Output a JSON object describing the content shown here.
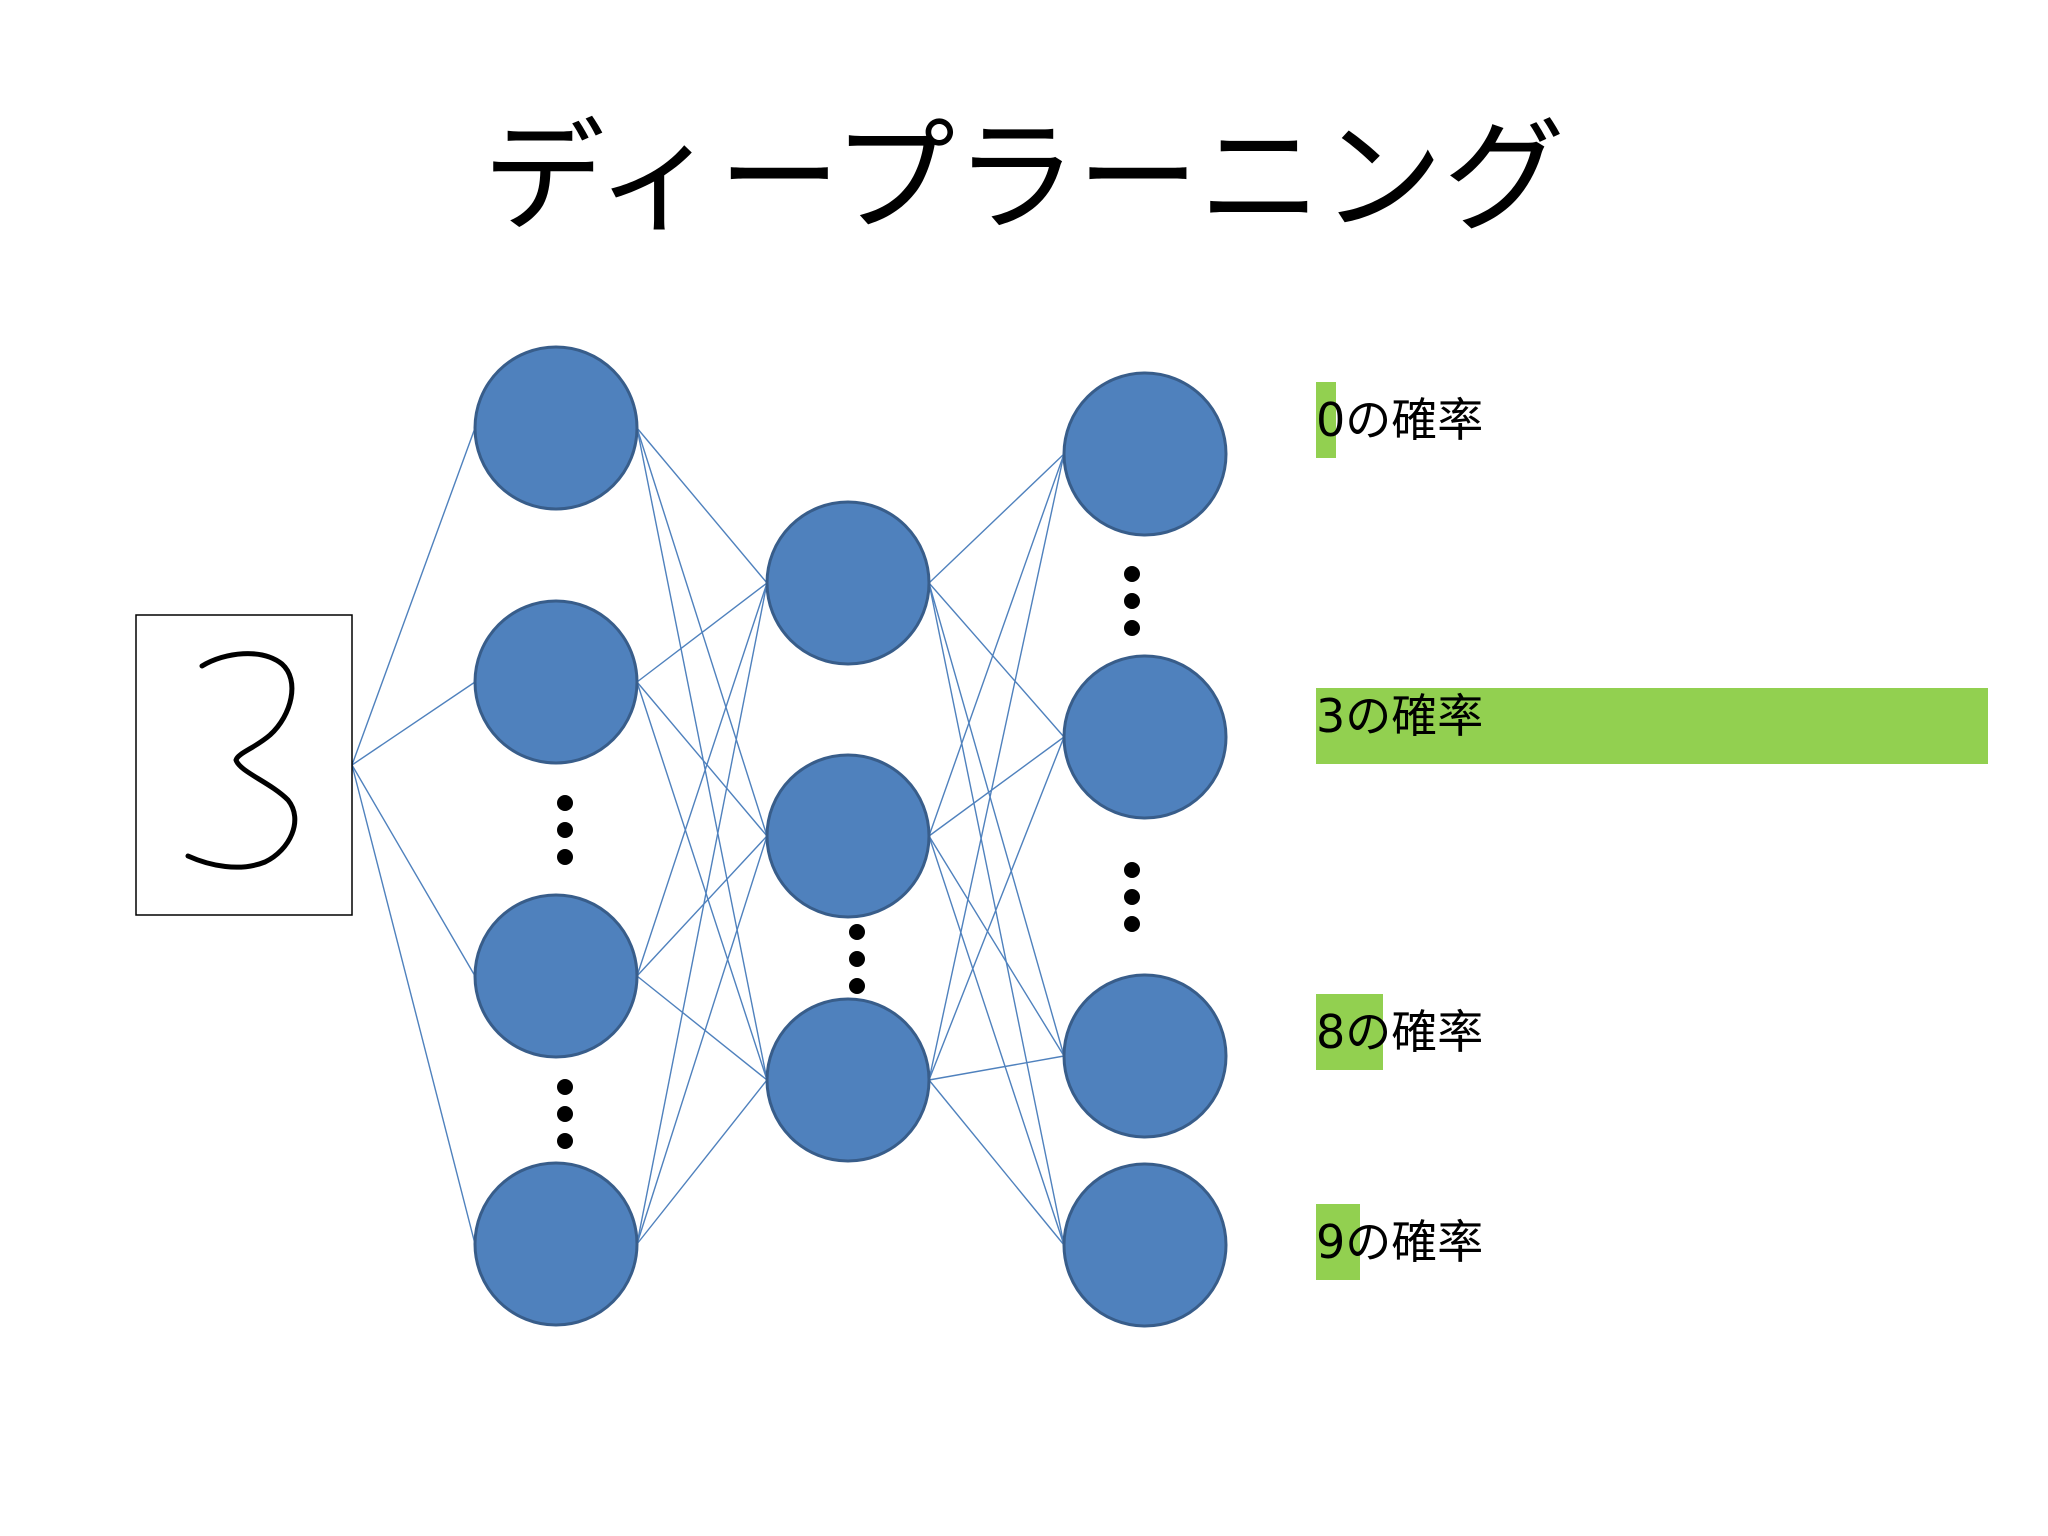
{
  "slide": {
    "title": "ディープラーニング"
  },
  "colors": {
    "node_fill": "#4f81bd",
    "node_stroke": "#385d8a",
    "edge": "#4f81bd",
    "bar": "#92d050",
    "text": "#000000"
  },
  "input_image": {
    "digit": "3"
  },
  "outputs": [
    {
      "label": "0の確率",
      "probability": 0.03
    },
    {
      "label": "3の確率",
      "probability": 1.0
    },
    {
      "label": "8の確率",
      "probability": 0.1
    },
    {
      "label": "9の確率",
      "probability": 0.065
    }
  ]
}
